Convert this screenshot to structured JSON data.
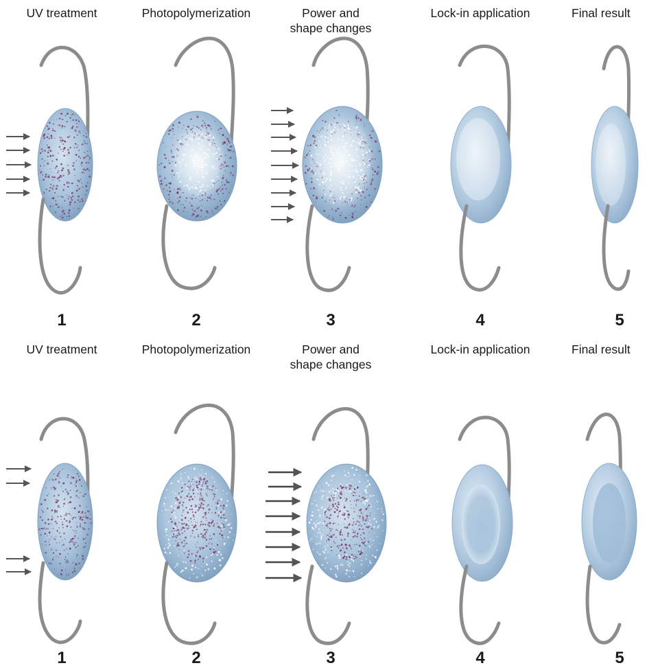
{
  "rows": [
    {
      "steps": [
        {
          "title": "UV treatment",
          "number": "1"
        },
        {
          "title": "Photopolymerization",
          "number": "2"
        },
        {
          "title": "Power and shape changes",
          "number": "3"
        },
        {
          "title": "Lock-in application",
          "number": "4"
        },
        {
          "title": "Final result",
          "number": "5"
        }
      ]
    },
    {
      "steps": [
        {
          "title": "UV treatment",
          "number": "1"
        },
        {
          "title": "Photopolymerization",
          "number": "2"
        },
        {
          "title": "Power and shape changes",
          "number": "3"
        },
        {
          "title": "Lock-in application",
          "number": "4"
        },
        {
          "title": "Final result",
          "number": "5"
        }
      ]
    }
  ],
  "colors": {
    "lens_fill": "#a9c4dc",
    "lens_edge": "#7fa0c0",
    "haptic": "#8c8c8c",
    "particles": "#7a3a6a",
    "arrow": "#555555",
    "text": "#1a1a1a"
  },
  "icons": [
    "uv-light-arrow-icon",
    "intraocular-lens-icon",
    "haptic-loop-icon"
  ]
}
